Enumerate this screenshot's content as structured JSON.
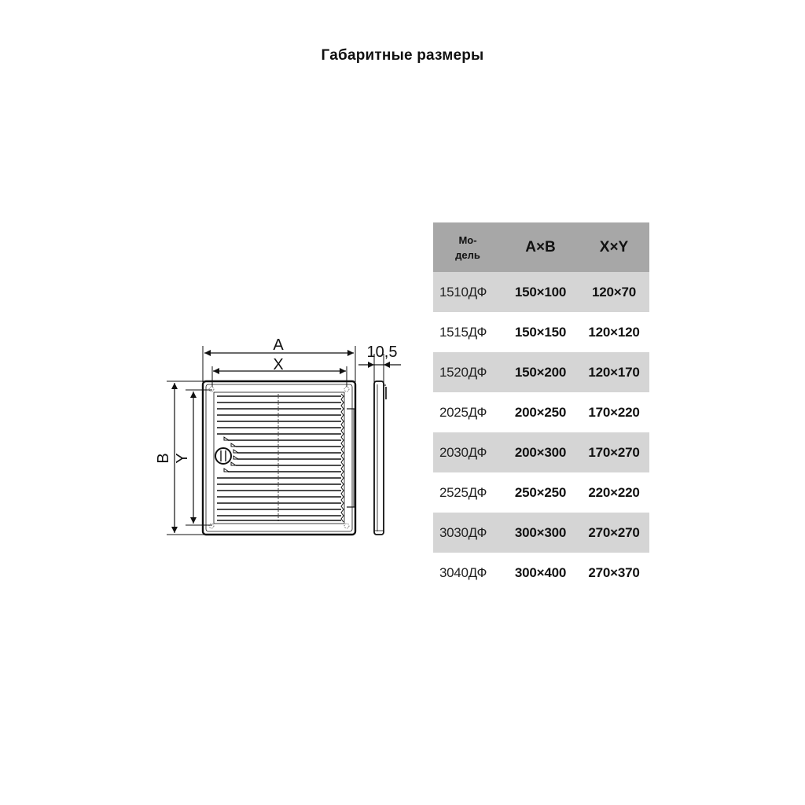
{
  "page": {
    "title": "Габаритные размеры"
  },
  "diagram": {
    "labels": {
      "a": "A",
      "x": "X",
      "b": "B",
      "y": "Y",
      "depth": "10,5"
    }
  },
  "table": {
    "headers": {
      "model_line1": "Мо-",
      "model_line2": "дель",
      "ab": "A×B",
      "xy": "X×Y"
    },
    "colors": {
      "header_bg": "#a7a7a7",
      "shaded_row_bg": "#d5d5d5"
    },
    "rows": [
      {
        "model": "1510ДФ",
        "ab": "150×100",
        "xy": "120×70"
      },
      {
        "model": "1515ДФ",
        "ab": "150×150",
        "xy": "120×120"
      },
      {
        "model": "1520ДФ",
        "ab": "150×200",
        "xy": "120×170"
      },
      {
        "model": "2025ДФ",
        "ab": "200×250",
        "xy": "170×220"
      },
      {
        "model": "2030ДФ",
        "ab": "200×300",
        "xy": "170×270"
      },
      {
        "model": "2525ДФ",
        "ab": "250×250",
        "xy": "220×220"
      },
      {
        "model": "3030ДФ",
        "ab": "300×300",
        "xy": "270×270"
      },
      {
        "model": "3040ДФ",
        "ab": "300×400",
        "xy": "270×370"
      }
    ]
  }
}
